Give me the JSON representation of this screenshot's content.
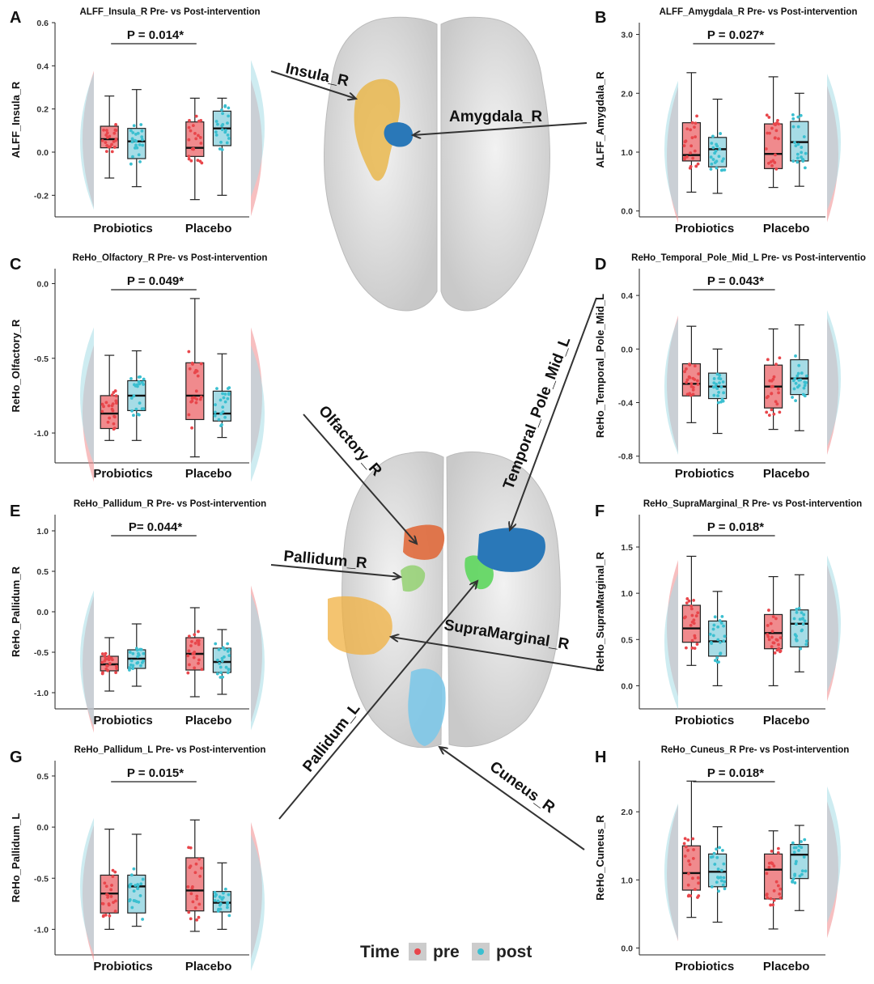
{
  "colors": {
    "pre": "#e8464b",
    "post": "#3bbfd0",
    "pre_fill": "#f08a8d",
    "post_fill": "#a6dce6",
    "brain": "#d9d9d9"
  },
  "legend": {
    "title": "Time",
    "items": [
      "pre",
      "post"
    ]
  },
  "regions": [
    {
      "label": "Insula_R",
      "color": "#e8b443"
    },
    {
      "label": "Amygdala_R",
      "color": "#2a78b8"
    },
    {
      "label": "Olfactory_R",
      "color": "#e06a3c"
    },
    {
      "label": "Temporal_Pole_Mid_L",
      "color": "#2a78b8"
    },
    {
      "label": "Pallidum_R",
      "color": "#8fcf6a"
    },
    {
      "label": "Pallidum_L",
      "color": "#5dd65d"
    },
    {
      "label": "SupraMarginal_R",
      "color": "#f0b040"
    },
    {
      "label": "Cuneus_R",
      "color": "#7ec8e8"
    }
  ],
  "chart_data": [
    {
      "panel": "A",
      "type": "box",
      "title": "ALFF_Insula_R Pre- vs Post-intervention",
      "ylabel": "ALFF_Insula_R",
      "categories": [
        "Probiotics",
        "Placebo"
      ],
      "ylim": [
        -0.3,
        0.6
      ],
      "yticks": [
        "-0.2",
        "0.0",
        "0.2",
        "0.4",
        "0.6"
      ],
      "ytick_values": [
        -0.2,
        0.0,
        0.2,
        0.4,
        0.6
      ],
      "pvalue": "P = 0.014*",
      "boxes": [
        {
          "group": "Probiotics",
          "time": "pre",
          "min": -0.12,
          "q1": 0.02,
          "median": 0.06,
          "q3": 0.12,
          "max": 0.26
        },
        {
          "group": "Probiotics",
          "time": "post",
          "min": -0.16,
          "q1": -0.03,
          "median": 0.05,
          "q3": 0.11,
          "max": 0.29
        },
        {
          "group": "Placebo",
          "time": "pre",
          "min": -0.22,
          "q1": -0.02,
          "median": 0.02,
          "q3": 0.14,
          "max": 0.25
        },
        {
          "group": "Placebo",
          "time": "post",
          "min": -0.2,
          "q1": 0.03,
          "median": 0.11,
          "q3": 0.19,
          "max": 0.25
        }
      ]
    },
    {
      "panel": "B",
      "type": "box",
      "title": "ALFF_Amygdala_R Pre- vs Post-intervention",
      "ylabel": "ALFF_Amygdala_R",
      "categories": [
        "Probiotics",
        "Placebo"
      ],
      "ylim": [
        -0.1,
        3.2
      ],
      "yticks": [
        "0.0",
        "1.0",
        "2.0",
        "3.0"
      ],
      "ytick_values": [
        0,
        1,
        2,
        3
      ],
      "pvalue": "P = 0.027*",
      "boxes": [
        {
          "group": "Probiotics",
          "time": "pre",
          "min": 0.32,
          "q1": 0.85,
          "median": 0.95,
          "q3": 1.5,
          "max": 2.35
        },
        {
          "group": "Probiotics",
          "time": "post",
          "min": 0.3,
          "q1": 0.75,
          "median": 1.05,
          "q3": 1.25,
          "max": 1.9
        },
        {
          "group": "Placebo",
          "time": "pre",
          "min": 0.4,
          "q1": 0.72,
          "median": 0.97,
          "q3": 1.48,
          "max": 2.28
        },
        {
          "group": "Placebo",
          "time": "post",
          "min": 0.42,
          "q1": 0.85,
          "median": 1.17,
          "q3": 1.52,
          "max": 2.0
        }
      ]
    },
    {
      "panel": "C",
      "type": "box",
      "title": "ReHo_Olfactory_R Pre- vs Post-intervention",
      "ylabel": "ReHo_Olfactory_R",
      "categories": [
        "Probiotics",
        "Placebo"
      ],
      "ylim": [
        -1.2,
        0.1
      ],
      "yticks": [
        "-1.0",
        "-0.5",
        "0.0"
      ],
      "ytick_values": [
        -1,
        -0.5,
        0
      ],
      "pvalue": "P = 0.049*",
      "boxes": [
        {
          "group": "Probiotics",
          "time": "pre",
          "min": -1.05,
          "q1": -0.97,
          "median": -0.87,
          "q3": -0.75,
          "max": -0.48
        },
        {
          "group": "Probiotics",
          "time": "post",
          "min": -1.05,
          "q1": -0.85,
          "median": -0.75,
          "q3": -0.65,
          "max": -0.45
        },
        {
          "group": "Placebo",
          "time": "pre",
          "min": -1.16,
          "q1": -0.91,
          "median": -0.75,
          "q3": -0.53,
          "max": -0.1
        },
        {
          "group": "Placebo",
          "time": "post",
          "min": -1.03,
          "q1": -0.92,
          "median": -0.87,
          "q3": -0.72,
          "max": -0.47
        }
      ]
    },
    {
      "panel": "D",
      "type": "box",
      "title": "ReHo_Temporal_Pole_Mid_L Pre- vs Post-interventio",
      "ylabel": "ReHo_Temporal_Pole_Mid_L",
      "categories": [
        "Probiotics",
        "Placebo"
      ],
      "ylim": [
        -0.85,
        0.6
      ],
      "yticks": [
        "-0.8",
        "-0.4",
        "0.0",
        "0.4"
      ],
      "ytick_values": [
        -0.8,
        -0.4,
        0,
        0.4
      ],
      "pvalue": "P = 0.043*",
      "boxes": [
        {
          "group": "Probiotics",
          "time": "pre",
          "min": -0.55,
          "q1": -0.35,
          "median": -0.26,
          "q3": -0.11,
          "max": 0.17
        },
        {
          "group": "Probiotics",
          "time": "post",
          "min": -0.63,
          "q1": -0.37,
          "median": -0.28,
          "q3": -0.18,
          "max": 0.0
        },
        {
          "group": "Placebo",
          "time": "pre",
          "min": -0.6,
          "q1": -0.44,
          "median": -0.28,
          "q3": -0.12,
          "max": 0.15
        },
        {
          "group": "Placebo",
          "time": "post",
          "min": -0.61,
          "q1": -0.34,
          "median": -0.22,
          "q3": -0.08,
          "max": 0.18
        }
      ]
    },
    {
      "panel": "E",
      "type": "box",
      "title": "ReHo_Pallidum_R Pre- vs Post-intervention",
      "ylabel": "ReHo_Pallidum_R",
      "categories": [
        "Probiotics",
        "Placebo"
      ],
      "ylim": [
        -1.2,
        1.2
      ],
      "yticks": [
        "-1.0",
        "-0.5",
        "0.0",
        "0.5",
        "1.0"
      ],
      "ytick_values": [
        -1,
        -0.5,
        0,
        0.5,
        1
      ],
      "pvalue": "P= 0.044*",
      "boxes": [
        {
          "group": "Probiotics",
          "time": "pre",
          "min": -0.98,
          "q1": -0.73,
          "median": -0.65,
          "q3": -0.55,
          "max": -0.32
        },
        {
          "group": "Probiotics",
          "time": "post",
          "min": -0.92,
          "q1": -0.7,
          "median": -0.58,
          "q3": -0.47,
          "max": -0.15
        },
        {
          "group": "Placebo",
          "time": "pre",
          "min": -1.05,
          "q1": -0.72,
          "median": -0.52,
          "q3": -0.32,
          "max": 0.05
        },
        {
          "group": "Placebo",
          "time": "post",
          "min": -1.02,
          "q1": -0.75,
          "median": -0.62,
          "q3": -0.45,
          "max": -0.22
        }
      ]
    },
    {
      "panel": "F",
      "type": "box",
      "title": "ReHo_SupraMarginal_R Pre- vs Post-intervention",
      "ylabel": "ReHo_SupraMarginal_R",
      "categories": [
        "Probiotics",
        "Placebo"
      ],
      "ylim": [
        -0.25,
        1.85
      ],
      "yticks": [
        "0.0",
        "0.5",
        "1.0",
        "1.5"
      ],
      "ytick_values": [
        0,
        0.5,
        1,
        1.5
      ],
      "pvalue": "P = 0.018*",
      "boxes": [
        {
          "group": "Probiotics",
          "time": "pre",
          "min": 0.22,
          "q1": 0.47,
          "median": 0.62,
          "q3": 0.87,
          "max": 1.4
        },
        {
          "group": "Probiotics",
          "time": "post",
          "min": 0.0,
          "q1": 0.32,
          "median": 0.48,
          "q3": 0.7,
          "max": 1.02
        },
        {
          "group": "Placebo",
          "time": "pre",
          "min": 0.0,
          "q1": 0.4,
          "median": 0.57,
          "q3": 0.77,
          "max": 1.18
        },
        {
          "group": "Placebo",
          "time": "post",
          "min": 0.15,
          "q1": 0.42,
          "median": 0.67,
          "q3": 0.82,
          "max": 1.2
        }
      ]
    },
    {
      "panel": "G",
      "type": "box",
      "title": "ReHo_Pallidum_L Pre- vs Post-intervention",
      "ylabel": "ReHo_Pallidum_L",
      "categories": [
        "Probiotics",
        "Placebo"
      ],
      "ylim": [
        -1.25,
        0.65
      ],
      "yticks": [
        "-1.0",
        "-0.5",
        "0.0",
        "0.5"
      ],
      "ytick_values": [
        -1,
        -0.5,
        0,
        0.5
      ],
      "pvalue": "P = 0.015*",
      "boxes": [
        {
          "group": "Probiotics",
          "time": "pre",
          "min": -1.0,
          "q1": -0.84,
          "median": -0.65,
          "q3": -0.47,
          "max": -0.02
        },
        {
          "group": "Probiotics",
          "time": "post",
          "min": -0.97,
          "q1": -0.84,
          "median": -0.58,
          "q3": -0.47,
          "max": -0.07
        },
        {
          "group": "Placebo",
          "time": "pre",
          "min": -1.02,
          "q1": -0.82,
          "median": -0.62,
          "q3": -0.3,
          "max": 0.07
        },
        {
          "group": "Placebo",
          "time": "post",
          "min": -1.0,
          "q1": -0.83,
          "median": -0.74,
          "q3": -0.63,
          "max": -0.35
        }
      ]
    },
    {
      "panel": "H",
      "type": "box",
      "title": "ReHo_Cuneus_R Pre- vs Post-intervention",
      "ylabel": "ReHo_Cuneus_R",
      "categories": [
        "Probiotics",
        "Placebo"
      ],
      "ylim": [
        -0.1,
        2.75
      ],
      "yticks": [
        "0.0",
        "1.0",
        "2.0"
      ],
      "ytick_values": [
        0,
        1,
        2
      ],
      "pvalue": "P = 0.018*",
      "boxes": [
        {
          "group": "Probiotics",
          "time": "pre",
          "min": 0.45,
          "q1": 0.85,
          "median": 1.1,
          "q3": 1.5,
          "max": 2.45
        },
        {
          "group": "Probiotics",
          "time": "post",
          "min": 0.38,
          "q1": 0.9,
          "median": 1.12,
          "q3": 1.38,
          "max": 1.78
        },
        {
          "group": "Placebo",
          "time": "pre",
          "min": 0.28,
          "q1": 0.72,
          "median": 1.15,
          "q3": 1.38,
          "max": 1.72
        },
        {
          "group": "Placebo",
          "time": "post",
          "min": 0.55,
          "q1": 1.02,
          "median": 1.37,
          "q3": 1.52,
          "max": 1.8
        }
      ]
    }
  ]
}
